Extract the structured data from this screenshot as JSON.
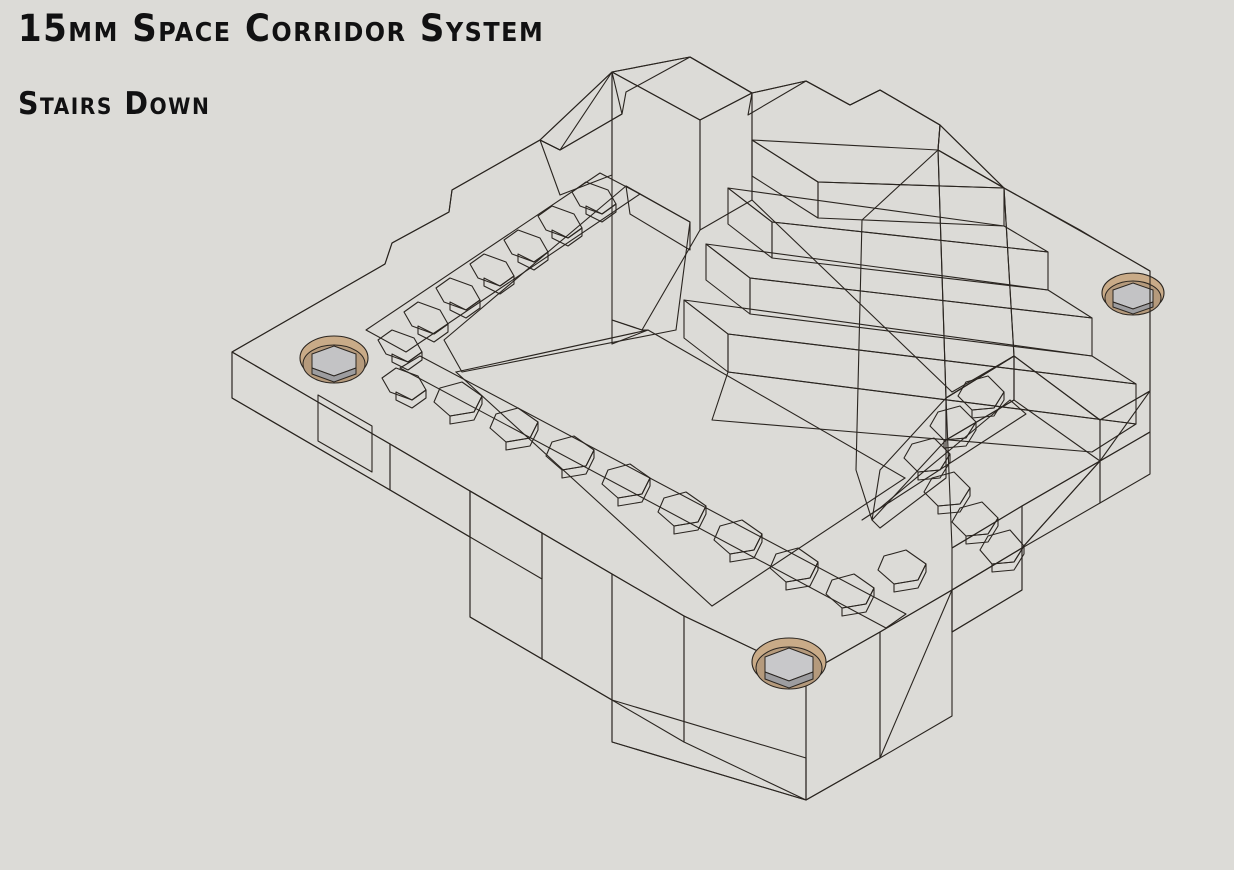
{
  "page": {
    "background_color": "#dcdbd7",
    "render_type": "3d-cad-isometric-render",
    "subject": "modular tabletop terrain tile"
  },
  "titles": {
    "main": "15mm Space Corridor System",
    "subtitle": "Stairs Down"
  },
  "palette": {
    "background": "#dcdbd7",
    "top_face": "#edc89d",
    "top_face_light": "#f0d0a9",
    "side_face": "#c1a484",
    "side_face_dark": "#b59madd",
    "side_dark": "#b49a7c",
    "inner_wall": "#a98f72",
    "tread_gray": "#a9a9ab",
    "tread_gray_light": "#b5b5b7",
    "bolt_gray": "#c3c3c5",
    "bolt_gray_dark": "#9d9da0",
    "gap_gray": "#d5d4d0",
    "outline": "#2a2520",
    "title_color": "#111112"
  },
  "model": {
    "name": "Stairs Down corridor tile",
    "shape": "cross-shaped plate with rectangular central opening",
    "features": [
      "hexagonal deck tiles along two interior edges",
      "four-step staircase descending into the opening",
      "two angled ramp walls flanking the stair",
      "three recessed hex-bolt fixings at corners",
      "interlocking notches and tabs on outer edges"
    ],
    "counts": {
      "stair_steps": 4,
      "hex_bolts": 3,
      "hex_tiles_left_run": 8,
      "hex_tiles_bottom_run": 9,
      "hex_tiles_right_run": 6
    }
  },
  "labels": {
    "bolt_1": "hex-bolt-left",
    "bolt_2": "hex-bolt-bottom",
    "bolt_3": "hex-bolt-right",
    "stair": "stair-down",
    "opening": "central-opening",
    "ramp_left": "ramp-wall-left",
    "ramp_right": "ramp-wall-right"
  }
}
